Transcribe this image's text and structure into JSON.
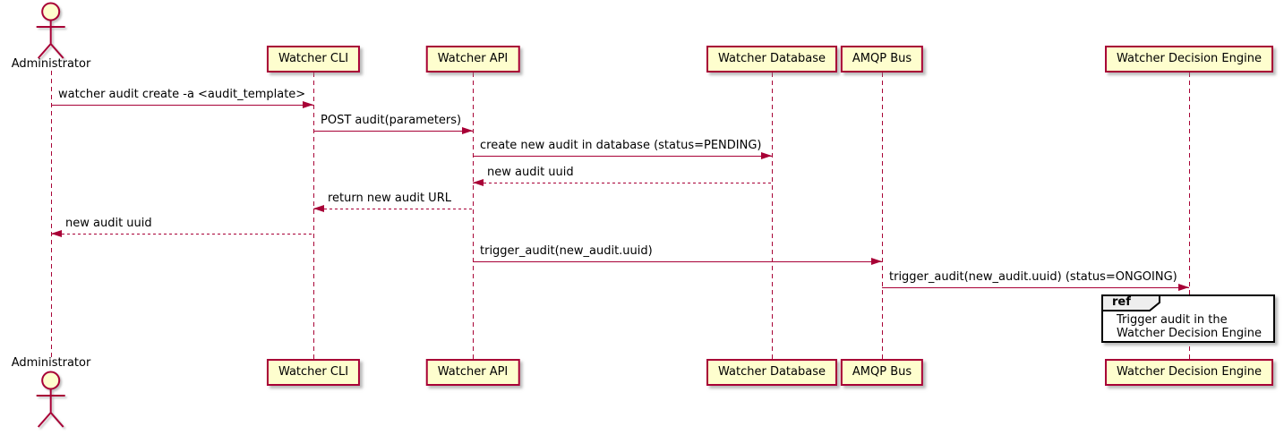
{
  "diagram_type": "sequence",
  "actors": {
    "top": "Administrator",
    "bottom": "Administrator"
  },
  "participants": [
    {
      "name": "Watcher CLI"
    },
    {
      "name": "Watcher API"
    },
    {
      "name": "Watcher Database"
    },
    {
      "name": "AMQP Bus"
    },
    {
      "name": "Watcher Decision Engine"
    }
  ],
  "messages": [
    {
      "from": "Administrator",
      "to": "Watcher CLI",
      "label": "watcher audit create -a <audit_template>",
      "line": "solid",
      "direction": "right"
    },
    {
      "from": "Watcher CLI",
      "to": "Watcher API",
      "label": "POST audit(parameters)",
      "line": "solid",
      "direction": "right"
    },
    {
      "from": "Watcher API",
      "to": "Watcher Database",
      "label": "create new audit in database (status=PENDING)",
      "line": "solid",
      "direction": "right"
    },
    {
      "from": "Watcher Database",
      "to": "Watcher API",
      "label": "new audit uuid",
      "line": "dashed",
      "direction": "left"
    },
    {
      "from": "Watcher API",
      "to": "Watcher CLI",
      "label": "return new audit URL",
      "line": "dashed",
      "direction": "left"
    },
    {
      "from": "Watcher CLI",
      "to": "Administrator",
      "label": "new audit uuid",
      "line": "dashed",
      "direction": "left"
    },
    {
      "from": "Watcher API",
      "to": "AMQP Bus",
      "label": "trigger_audit(new_audit.uuid)",
      "line": "solid",
      "direction": "right"
    },
    {
      "from": "AMQP Bus",
      "to": "Watcher Decision Engine",
      "label": "trigger_audit(new_audit.uuid) (status=ONGOING)",
      "line": "solid",
      "direction": "right"
    }
  ],
  "ref": {
    "keyword": "ref",
    "lines": [
      "Trigger audit in the",
      "Watcher Decision Engine"
    ],
    "over": "Watcher Decision Engine"
  },
  "colors": {
    "line": "#A80036",
    "participant_fill": "#FEFECE",
    "text": "#000000",
    "background": "#FFFFFF",
    "ref_border": "#000000",
    "ref_header_fill": "#EEEEEE"
  }
}
